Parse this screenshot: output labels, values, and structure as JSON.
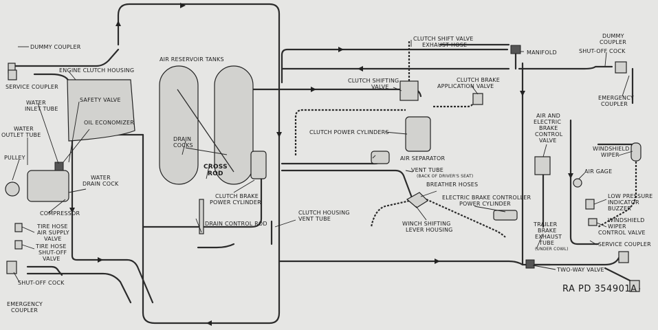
{
  "labels": {
    "dummy_coupler_left": "DUMMY COUPLER",
    "service_coupler_left": "SERVICE COUPLER",
    "engine_clutch_housing": "ENGINE CLUTCH HOUSING",
    "water_inlet_tube_1": "WATER",
    "water_inlet_tube_2": "INLET TUBE",
    "safety_valve": "SAFETY VALVE",
    "water_outlet_tube_1": "WATER",
    "water_outlet_tube_2": "OUTLET TUBE",
    "oil_economizer": "OIL ECONOMIZER",
    "pulley": "PULLEY",
    "water_drain_cock_1": "WATER",
    "water_drain_cock_2": "DRAIN COCK",
    "compressor": "COMPRESSOR",
    "tire_hose_air_supply_valve_1": "TIRE HOSE",
    "tire_hose_air_supply_valve_2": "AIR SUPPLY",
    "tire_hose_air_supply_valve_3": "VALVE",
    "tire_hose_shutoff_valve_1": "TIRE HOSE",
    "tire_hose_shutoff_valve_2": "SHUT-OFF",
    "tire_hose_shutoff_valve_3": "VALVE",
    "shutoff_cock_left": "SHUT-OFF COCK",
    "emergency_coupler_left_1": "EMERGENCY",
    "emergency_coupler_left_2": "COUPLER",
    "air_reservoir_tanks": "AIR RESERVOIR TANKS",
    "drain_cocks_1": "DRAIN",
    "drain_cocks_2": "COCKS",
    "cross_rod_1": "CROSS",
    "cross_rod_2": "ROD",
    "clutch_brake_power_cylinder_1": "CLUTCH BRAKE",
    "clutch_brake_power_cylinder_2": "POWER CYLINDER",
    "drain_control_rod": "DRAIN CONTROL ROD",
    "clutch_housing_vent_tube_1": "CLUTCH HOUSING",
    "clutch_housing_vent_tube_2": "VENT TUBE",
    "clutch_shift_valve_exhaust_hose_1": "CLUTCH SHIFT VALVE",
    "clutch_shift_valve_exhaust_hose_2": "EXHAUST HOSE",
    "manifold": "MANIFOLD",
    "clutch_shifting_valve_1": "CLUTCH SHIFTING",
    "clutch_shifting_valve_2": "VALVE",
    "clutch_brake_application_valve_1": "CLUTCH BRAKE",
    "clutch_brake_application_valve_2": "APPLICATION VALVE",
    "clutch_power_cylinders": "CLUTCH POWER CYLINDERS",
    "air_separator": "AIR SEPARATOR",
    "vent_tube": "VENT TUBE",
    "vent_tube_note": "(BACK OF DRIVER'S SEAT)",
    "breather_hoses": "BREATHER HOSES",
    "electric_brake_controller_power_cylinder_1": "ELECTRIC BRAKE CONTROLLER",
    "electric_brake_controller_power_cylinder_2": "POWER CYLINDER",
    "winch_shifting_lever_housing_1": "WINCH SHIFTING",
    "winch_shifting_lever_housing_2": "LEVER HOUSING",
    "air_electric_brake_control_valve_1": "AIR AND",
    "air_electric_brake_control_valve_2": "ELECTRIC",
    "air_electric_brake_control_valve_3": "BRAKE",
    "air_electric_brake_control_valve_4": "CONTROL",
    "air_electric_brake_control_valve_5": "VALVE",
    "dummy_coupler_right_1": "DUMMY",
    "dummy_coupler_right_2": "COUPLER",
    "shutoff_cock_right": "SHUT-OFF COCK",
    "emergency_coupler_right_1": "EMERGENCY",
    "emergency_coupler_right_2": "COUPLER",
    "windshield_wiper_1": "WINDSHIELD",
    "windshield_wiper_2": "WIPER",
    "air_gage": "AIR GAGE",
    "low_pressure_indicator_buzzer_1": "LOW PRESSURE",
    "low_pressure_indicator_buzzer_2": "INDICATOR",
    "low_pressure_indicator_buzzer_3": "BUZZER",
    "windshield_wiper_control_valve_1": "WINDSHIELD",
    "windshield_wiper_control_valve_2": "WIPER",
    "windshield_wiper_control_valve_3": "CONTROL VALVE",
    "service_coupler_right": "SERVICE COUPLER",
    "trailer_brake_exhaust_tube_1": "TRAILER",
    "trailer_brake_exhaust_tube_2": "BRAKE",
    "trailer_brake_exhaust_tube_3": "EXHAUST",
    "trailer_brake_exhaust_tube_4": "TUBE",
    "trailer_brake_exhaust_tube_note": "(UNDER COWL)",
    "two_way_valve": "TWO-WAY VALVE"
  },
  "reference_code": "RA PD 354901A"
}
